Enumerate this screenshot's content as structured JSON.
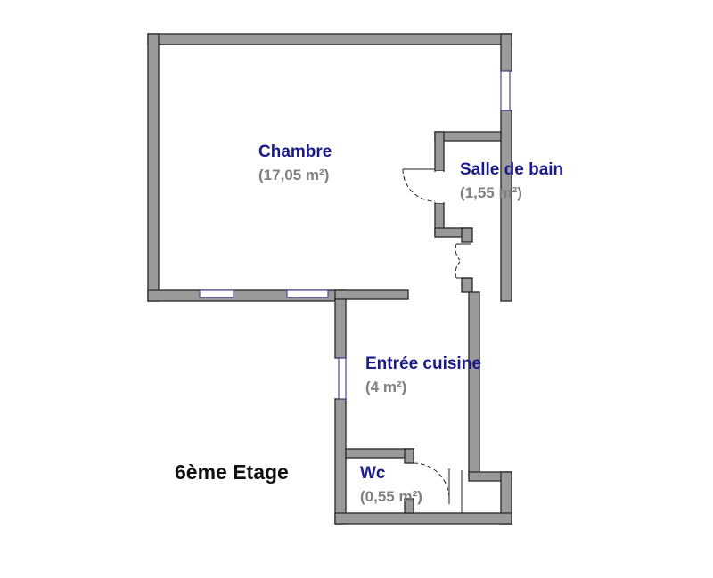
{
  "plan": {
    "floor_label": "6ème Etage",
    "rooms": {
      "chambre": {
        "name": "Chambre",
        "area": "(17,05 m²)"
      },
      "salle_de_bain": {
        "name": "Salle de bain",
        "area": "(1,55 m²)"
      },
      "entree_cuisine": {
        "name": "Entrée cuisine",
        "area": "(4 m²)"
      },
      "wc": {
        "name": "Wc",
        "area": "(0,55 m²)"
      }
    }
  },
  "colors": {
    "room_name": "#1a1a8c",
    "room_area": "#808080",
    "wall_fill": "#9a9a9a",
    "wall_stroke": "#333333",
    "window": "#4a4a9a"
  }
}
